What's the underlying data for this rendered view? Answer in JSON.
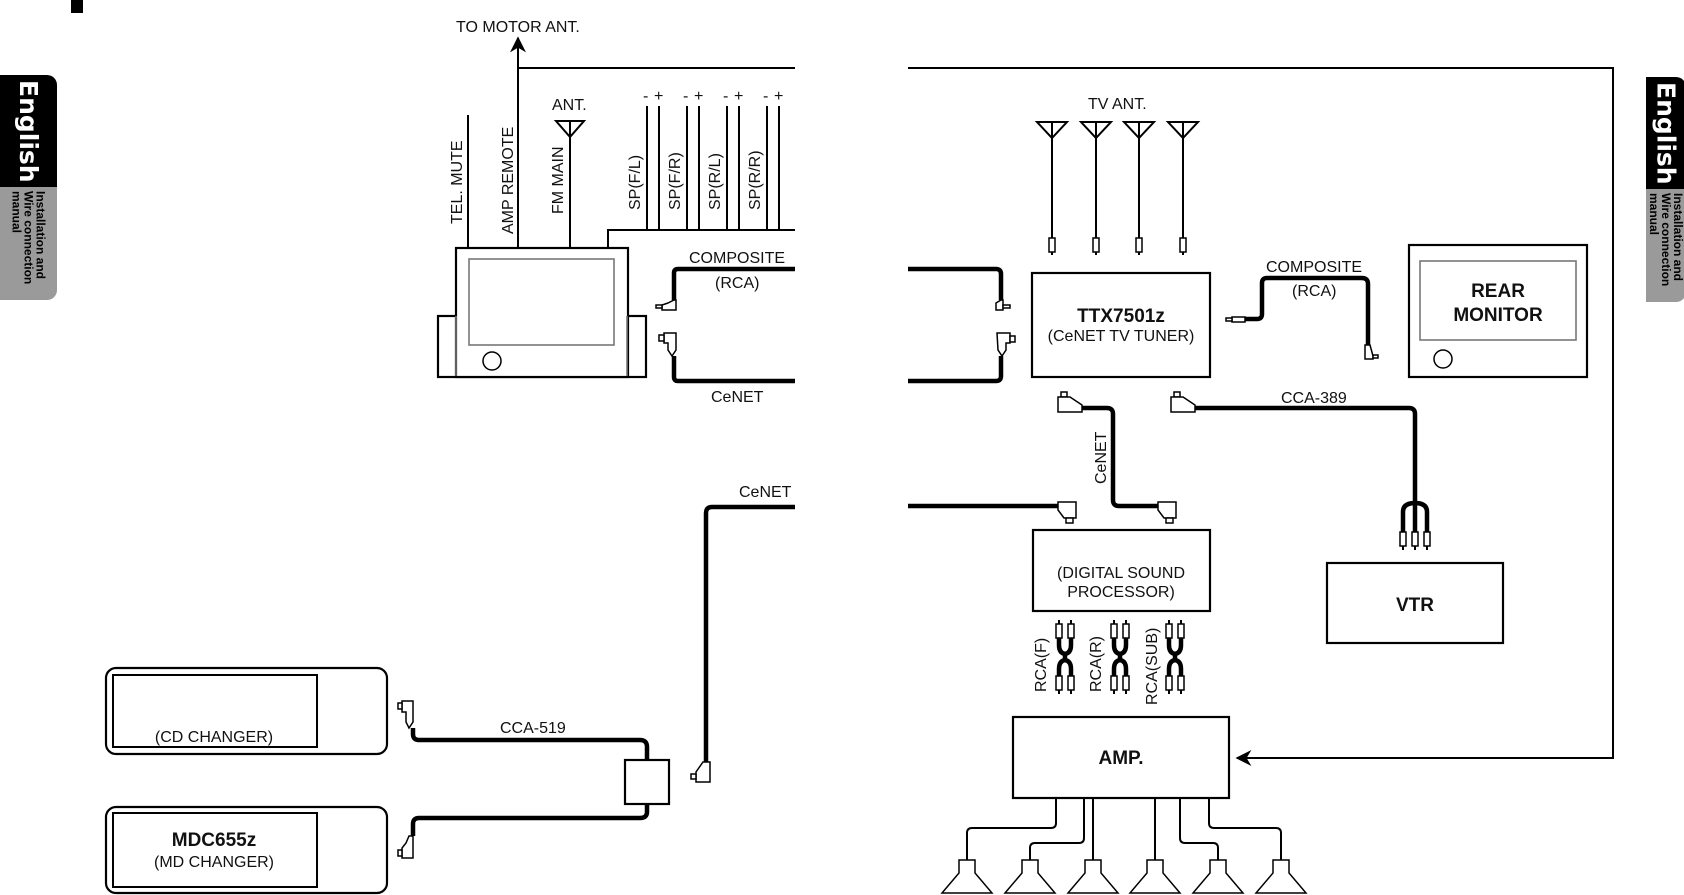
{
  "side_tab": {
    "language": "English",
    "subtitle": "Installation and Wire connection manual"
  },
  "head_unit": {
    "wires": {
      "motor_ant": "TO MOTOR ANT.",
      "tel_mute": "TEL. MUTE",
      "amp_remote": "AMP REMOTE",
      "fm_main": "FM MAIN",
      "ant": "ANT.",
      "speakers": [
        "SP(F/L)",
        "SP(F/R)",
        "SP(R/L)",
        "SP(R/R)"
      ],
      "polarity_minus": "-",
      "polarity_plus": "+"
    },
    "composite_label": "COMPOSITE",
    "composite_sub": "(RCA)",
    "cenet_label": "CeNET",
    "cenet_lower_label": "CeNET"
  },
  "tuner": {
    "tv_ant_label": "TV ANT.",
    "model": "TTX7501z",
    "description": "(CeNET TV TUNER)",
    "composite_label": "COMPOSITE",
    "composite_sub": "(RCA)",
    "cenet_label": "CeNET",
    "cca389_label": "CCA-389"
  },
  "rear_monitor": {
    "line1": "REAR",
    "line2": "MONITOR"
  },
  "dsp": {
    "line1": "(DIGITAL SOUND",
    "line2": "PROCESSOR)"
  },
  "vtr": {
    "label": "VTR"
  },
  "amp": {
    "label": "AMP.",
    "rca_labels": [
      "RCA(F)",
      "RCA(R)",
      "RCA(SUB)"
    ],
    "speaker_count": 6
  },
  "changers": {
    "cd_label": "(CD CHANGER)",
    "md_model": "MDC655z",
    "md_label": "(MD CHANGER)",
    "cca519_label": "CCA-519"
  }
}
